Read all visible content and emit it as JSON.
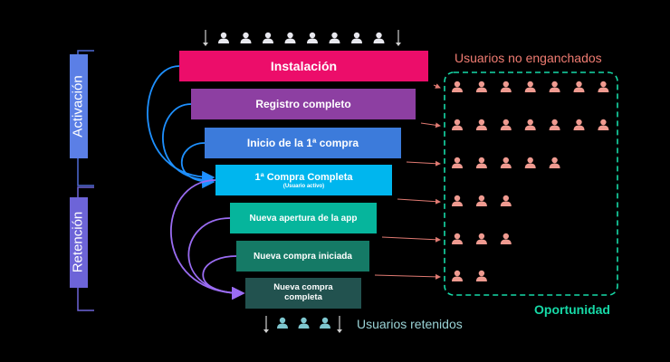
{
  "funnel": [
    {
      "label": "Instalación",
      "color": "#ec0d6a"
    },
    {
      "label": "Registro completo",
      "color": "#8d3fa2"
    },
    {
      "label": "Inicio de la 1ª compra",
      "color": "#3c7bdb"
    },
    {
      "label": "1ª Compra Completa",
      "sublabel": "(Usuario activo)",
      "color": "#00b6ee"
    },
    {
      "label": "Nueva apertura de la app",
      "color": "#06b59c"
    },
    {
      "label": "Nueva compra iniciada",
      "color": "#157a66"
    },
    {
      "label": "Nueva compra completa",
      "color": "#22524f"
    }
  ],
  "phases": {
    "activation": "Activación",
    "retention": "Retención",
    "color": "#6d64d8"
  },
  "top_users": {
    "count": 8,
    "color": "#e8e8ee"
  },
  "disengaged": {
    "title": "Usuarios no enganchados",
    "title_color": "#f07c72",
    "row_counts": [
      7,
      7,
      5,
      3,
      3,
      2
    ],
    "icon_color": "#ef9a90"
  },
  "opportunity": {
    "label": "Oportunidad",
    "color": "#16d9a7"
  },
  "retained": {
    "label": "Usuarios retenidos",
    "count": 3,
    "icon_color": "#7ec7cf",
    "label_color": "#9ad3d6"
  },
  "icons": {
    "user": "user-icon",
    "arrow": "arrow-down-icon"
  }
}
